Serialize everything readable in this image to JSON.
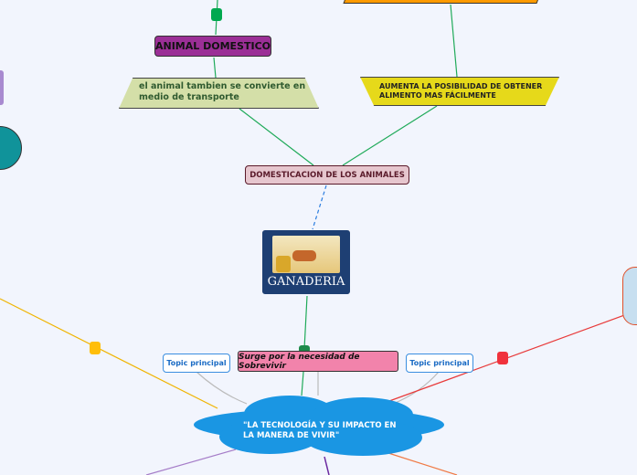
{
  "nodes": {
    "animal_domestico": "ANIMAL DOMESTICO",
    "transporte": "el animal tambien se convierte en medio de transporte",
    "aumenta": "AUMENTA LA POSIBILIDAD  DE OBTENER ALIMENTO MAS FÁCILMENTE",
    "domesticacion": "DOMESTICACION DE LOS ANIMALES",
    "ganaderia": "GANADERIA",
    "surge": "Surge por la necesidad de Sobrevivir",
    "topic_left": "Topic principal",
    "topic_right": "Topic principal",
    "central": "\"LA TECNOLOGÍA Y SU IMPACTO EN LA MANERA DE VIVIR\""
  },
  "colors": {
    "green": "#1faa59",
    "purple": "#9b2f96",
    "yellow": "#e6d91a",
    "pink": "#f283ab",
    "cloud": "#1a96e3",
    "navy": "#1e3f73"
  }
}
